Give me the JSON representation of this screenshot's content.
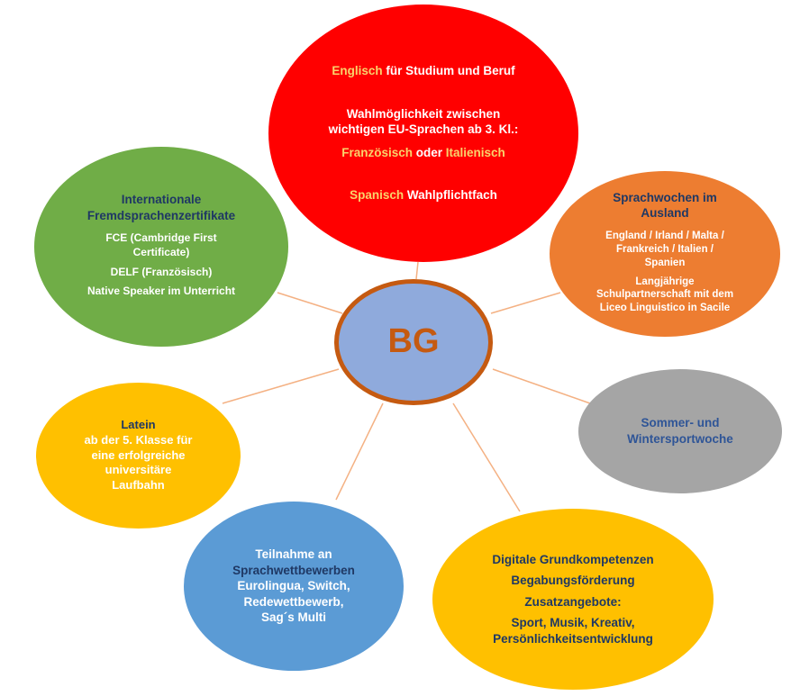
{
  "center": {
    "label": "BG"
  },
  "top": {
    "line1_highlight": "Englisch",
    "line1_rest": " für Studium und Beruf",
    "line2a": "Wahlmöglichkeit zwischen",
    "line2b_a": "wichtigen EU-Sprachen",
    "line2b_b": " ab 3. Kl.:",
    "line3_a": "Französisch",
    "line3_or": " oder ",
    "line3_b": "Italienisch",
    "line4_highlight": "Spanisch",
    "line4_rest": " Wahlpflichtfach"
  },
  "certificates": {
    "heading_l1": "Internationale",
    "heading_l2": "Fremdsprachenzertifikate",
    "line1a": "FCE (Cambridge First",
    "line1b": "Certificate)",
    "line2": "DELF (Französisch)",
    "line3": "Native Speaker im Unterricht"
  },
  "abroad": {
    "heading_l1": "Sprachwochen im",
    "heading_l2": "Ausland",
    "countries_l1": "England / Irland / Malta /",
    "countries_l2": "Frankreich / Italien /",
    "countries_l3": "Spanien",
    "partner_l1": "Langjährige",
    "partner_l2": "Schulpartnerschaft mit dem",
    "partner_l3": "Liceo Linguistico in Sacile"
  },
  "sport": {
    "l1": "Sommer- und",
    "l2": "Wintersportwoche"
  },
  "latin": {
    "heading": "Latein",
    "l1": "ab der 5. Klasse für",
    "l2": "eine erfolgreiche",
    "l3": "universitäre",
    "l4": "Laufbahn"
  },
  "competitions": {
    "l1": "Teilnahme an",
    "l2": "Sprachwettbewerben",
    "l3": "Eurolingua, Switch,",
    "l4": "Redewettbewerb,",
    "l5": "Sag´s Multi"
  },
  "digital": {
    "l1": "Digitale Grundkompetenzen",
    "l2": "Begabungsförderung",
    "l3": "Zusatzangebote:",
    "l4": "Sport, Musik, Kreativ,",
    "l5": "Persönlichkeitsentwicklung"
  },
  "colors": {
    "connector": "#f4b183",
    "center_fill": "#8faadc",
    "center_border": "#c55a11",
    "red": "#ff0000",
    "green": "#70ad47",
    "orange": "#ed7d31",
    "gray": "#a5a5a5",
    "gold": "#ffc000",
    "blue": "#5b9bd5",
    "highlight": "#f9d36c",
    "dark_blue": "#1f3864"
  }
}
